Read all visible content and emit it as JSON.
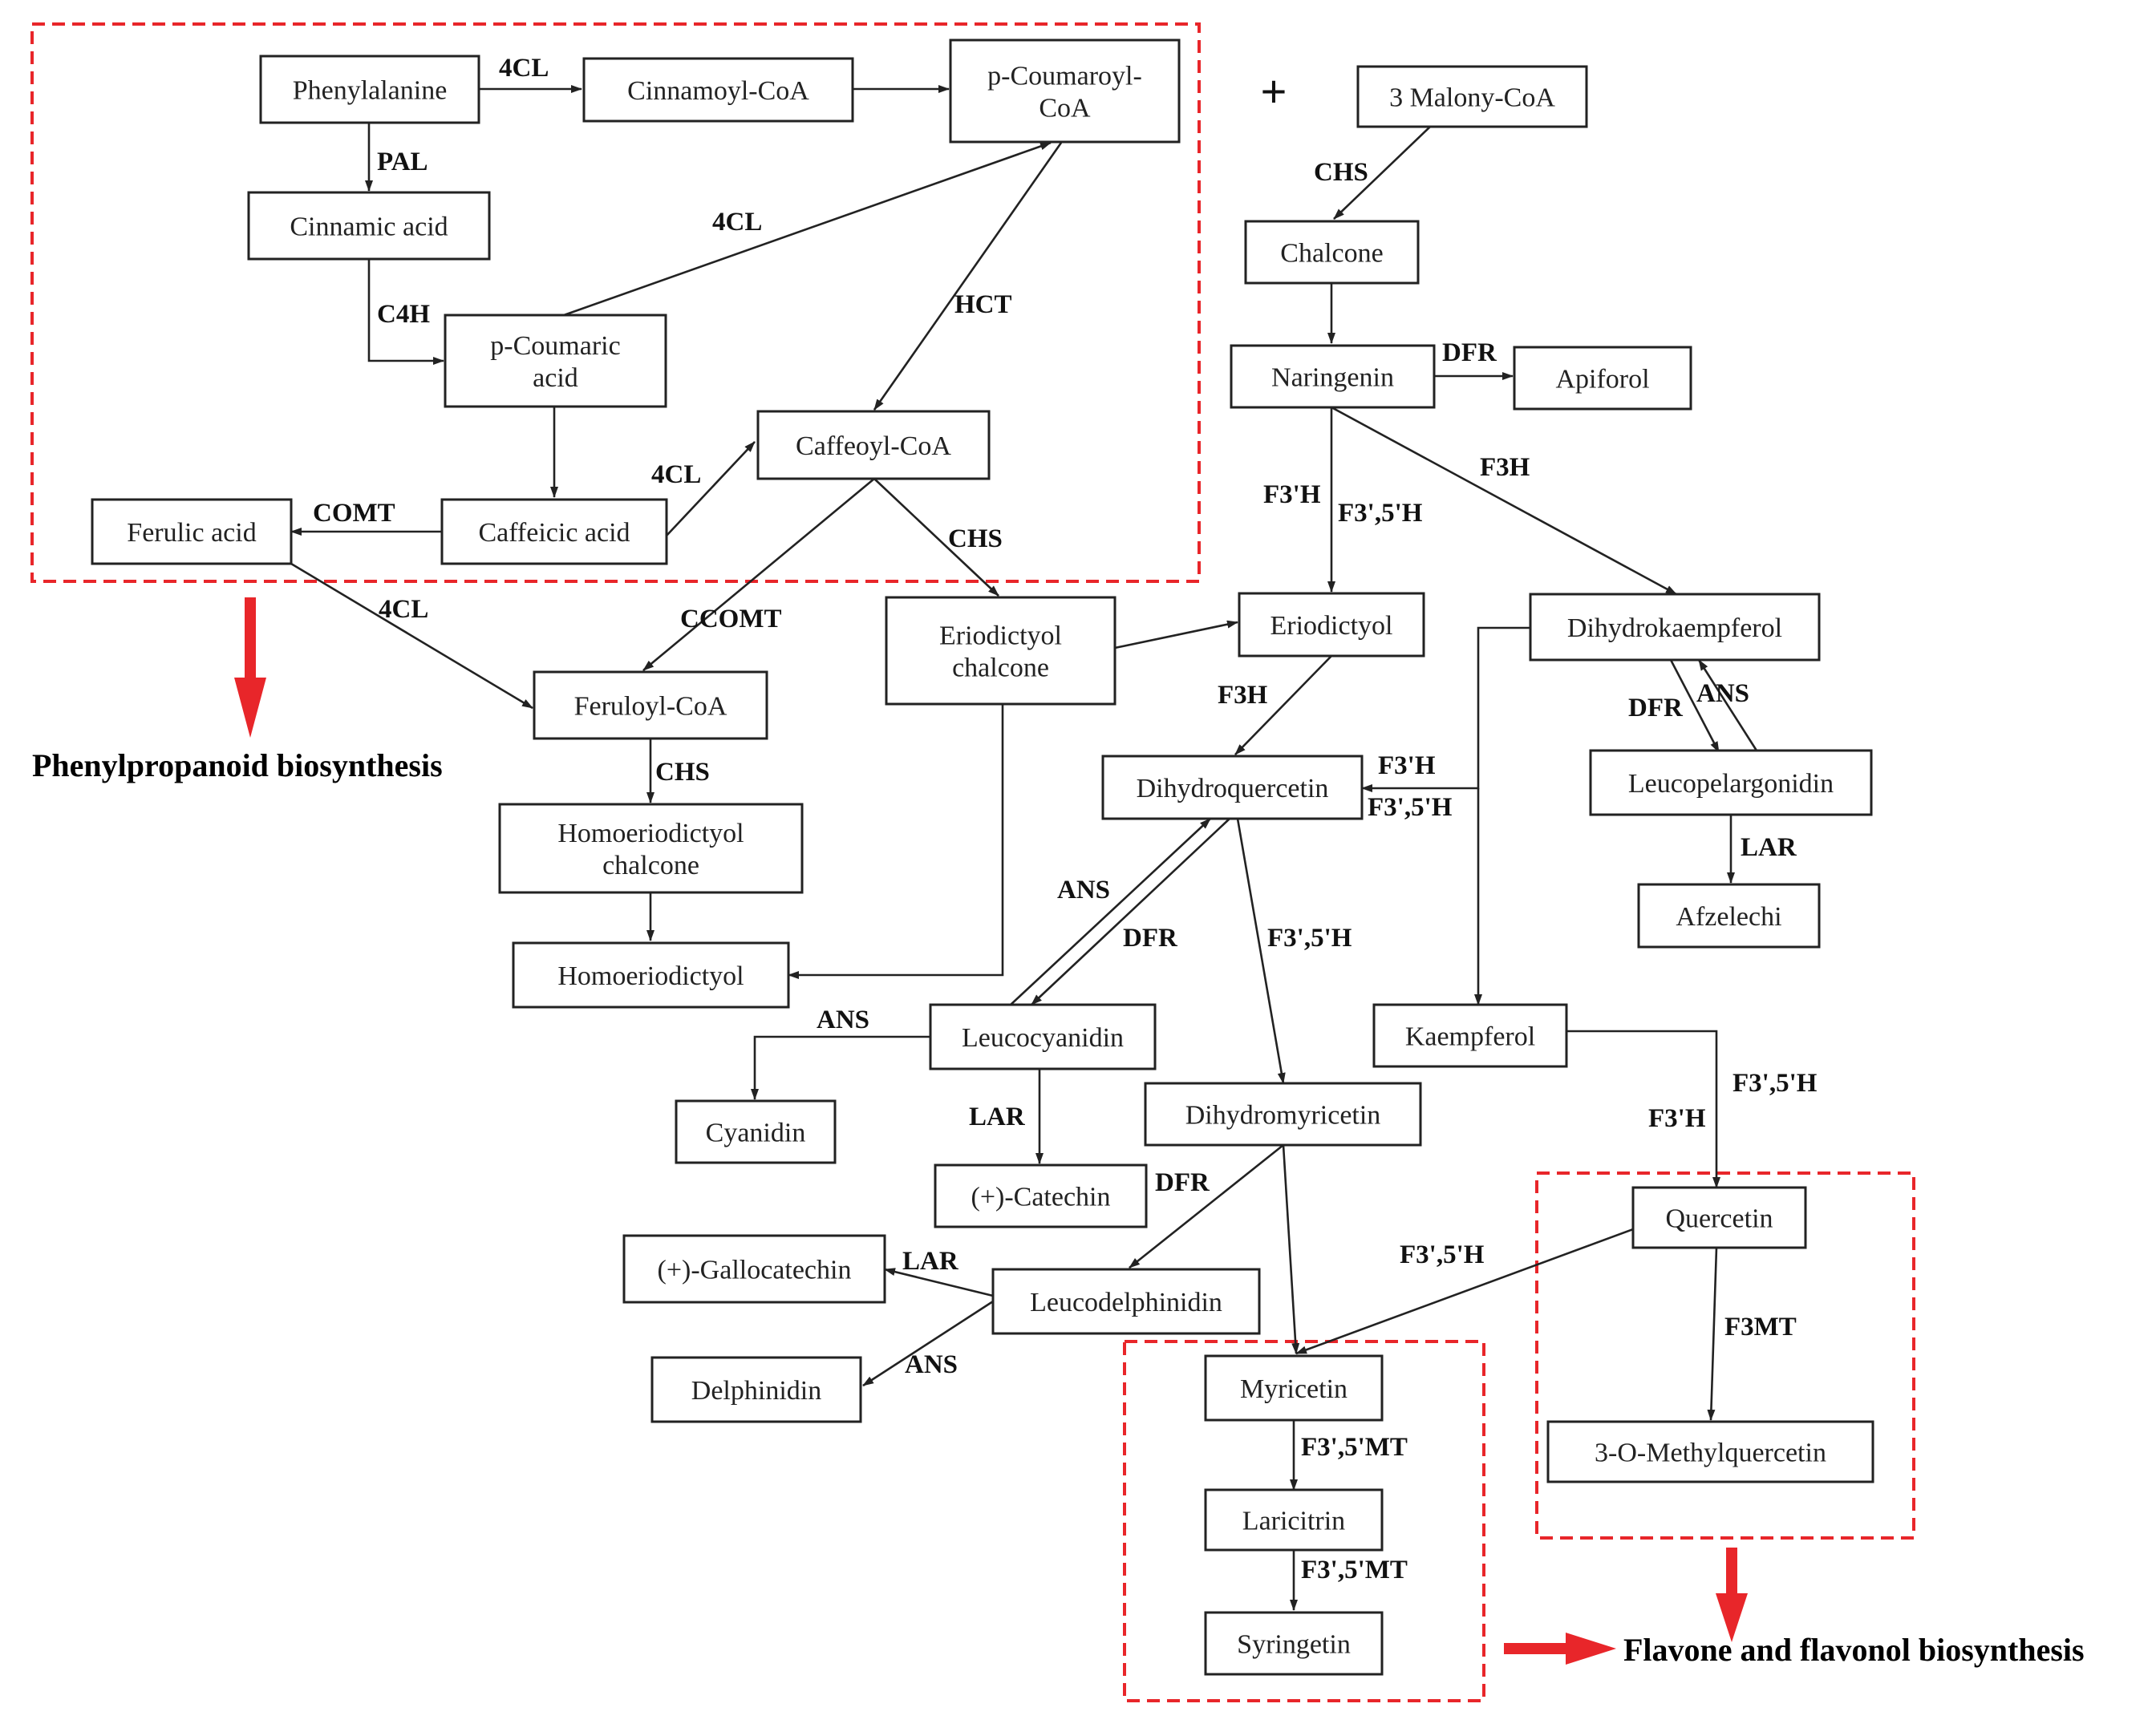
{
  "colors": {
    "highlight": "#e8262a",
    "line": "#222222",
    "node_fill": "#ffffff"
  },
  "operator": "+",
  "nodes": {
    "phenylalanine": [
      "Phenylalanine"
    ],
    "cinnamoyl_coa": [
      "Cinnamoyl-CoA"
    ],
    "p_coumaroyl_coa": [
      "p-Coumaroyl-",
      "CoA"
    ],
    "malonyl_coa": [
      "3 Malony-CoA"
    ],
    "cinnamic_acid": [
      "Cinnamic acid"
    ],
    "chalcone": [
      "Chalcone"
    ],
    "p_coumaric_acid": [
      "p-Coumaric",
      "acid"
    ],
    "naringenin": [
      "Naringenin"
    ],
    "apiforol": [
      "Apiforol"
    ],
    "caffeoyl_coa": [
      "Caffeoyl-CoA"
    ],
    "ferulic_acid": [
      "Ferulic acid"
    ],
    "caffeicic_acid": [
      "Caffeicic acid"
    ],
    "eriodictyol_chalcone": [
      "Eriodictyol",
      "chalcone"
    ],
    "eriodictyol": [
      "Eriodictyol"
    ],
    "dihydrokaempferol": [
      "Dihydrokaempferol"
    ],
    "feruloyl_coa": [
      "Feruloyl-CoA"
    ],
    "dihydroquercetin": [
      "Dihydroquercetin"
    ],
    "leucopelargonidin": [
      "Leucopelargonidin"
    ],
    "homoeriodictyol_chalcone": [
      "Homoeriodictyol",
      "chalcone"
    ],
    "afzelechi": [
      "Afzelechi"
    ],
    "homoeriodictyol": [
      "Homoeriodictyol"
    ],
    "leucocyanidin": [
      "Leucocyanidin"
    ],
    "kaempferol": [
      "Kaempferol"
    ],
    "cyanidin": [
      "Cyanidin"
    ],
    "dihydromyricetin": [
      "Dihydromyricetin"
    ],
    "catechin": [
      "(+)-Catechin"
    ],
    "quercetin": [
      "Quercetin"
    ],
    "gallocatechin": [
      "(+)-Gallocatechin"
    ],
    "leucodelphinidin": [
      "Leucodelphinidin"
    ],
    "delphinidin": [
      "Delphinidin"
    ],
    "myricetin": [
      "Myricetin"
    ],
    "methylquercetin": [
      "3-O-Methylquercetin"
    ],
    "laricitrin": [
      "Laricitrin"
    ],
    "syringetin": [
      "Syringetin"
    ]
  },
  "enzymes": [
    "4CL",
    "PAL",
    "CHS",
    "4CL",
    "HCT",
    "C4H",
    "DFR",
    "F3H",
    "4CL",
    "COMT",
    "CHS",
    "F3'H",
    "F3',5'H",
    "4CL",
    "CCOMT",
    "F3H",
    "ANS",
    "DFR",
    "F3'H",
    "F3',5'H",
    "CHS",
    "LAR",
    "ANS",
    "DFR",
    "F3',5'H",
    "ANS",
    "LAR",
    "F3',5'H",
    "F3'H",
    "DFR",
    "F3',5'H",
    "LAR",
    "F3MT",
    "ANS",
    "F3',5'MT",
    "F3',5'MT"
  ],
  "captions": {
    "phenylpropanoid": "Phenylpropanoid biosynthesis",
    "flavone_flavonol": "Flavone and flavonol biosynthesis"
  }
}
